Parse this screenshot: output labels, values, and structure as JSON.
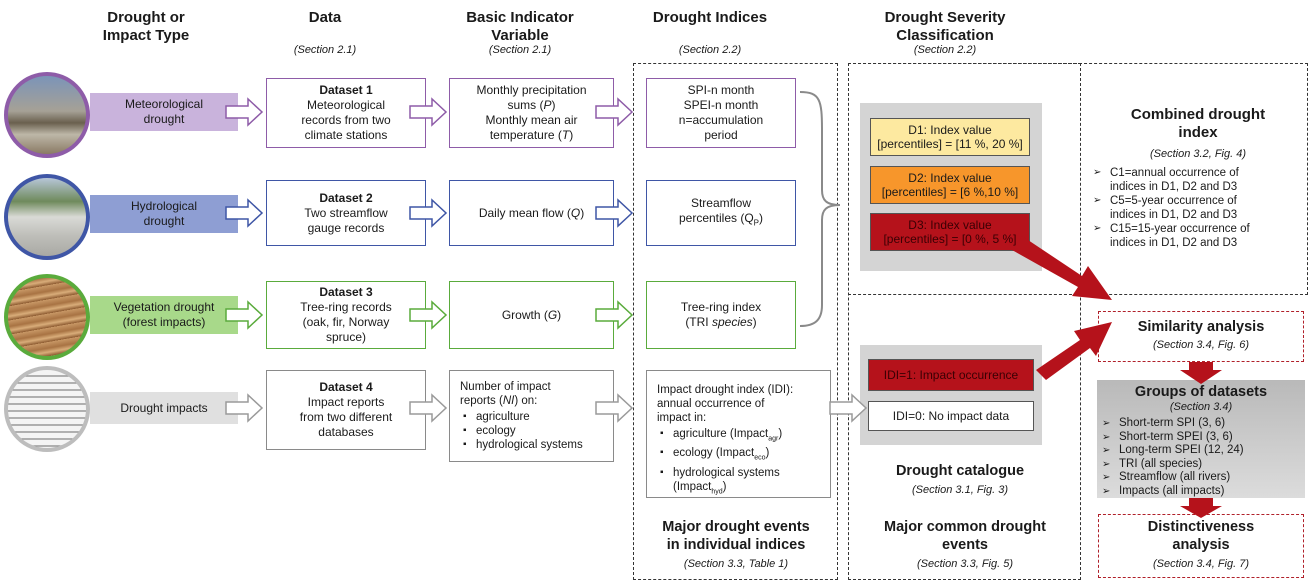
{
  "headers": {
    "type": "Drought or\nImpact Type",
    "data": "Data",
    "data_sec": "(Section 2.1)",
    "basic": "Basic Indicator\nVariable",
    "basic_sec": "(Section 2.1)",
    "indices": "Drought Indices",
    "indices_sec": "(Section 2.2)",
    "severity": "Drought Severity\nClassification",
    "severity_sec": "(Section 2.2)"
  },
  "rows": [
    {
      "type_label": "Meteorological\ndrought",
      "dataset_title": "Dataset 1",
      "dataset_desc": "Meteorological\nrecords from two\nclimate stations",
      "basic_pre": "Monthly precipitation\nsums (",
      "basic_sym1": "P",
      "basic_mid": ")\nMonthly mean air\ntemperature (",
      "basic_sym2": "T",
      "basic_post": ")",
      "index": "SPI-n month\nSPEI-n month\nn=accumulation\nperiod"
    },
    {
      "type_label": "Hydrological\ndrought",
      "dataset_title": "Dataset 2",
      "dataset_desc": "Two streamflow\ngauge records",
      "basic_pre": "Daily mean flow (",
      "basic_sym1": "Q",
      "basic_post": ")",
      "index_pre": "Streamflow\npercentiles (Q",
      "index_sub": "P",
      "index_post": ")"
    },
    {
      "type_label": "Vegetation drought\n(forest impacts)",
      "dataset_title": "Dataset 3",
      "dataset_desc": "Tree-ring records\n(oak, fir, Norway\nspruce)",
      "basic_pre": "Growth (",
      "basic_sym1": "G",
      "basic_post": ")",
      "index_pre": "Tree-ring index\n(TRI ",
      "index_it": "species",
      "index_post": ")"
    },
    {
      "type_label": "Drought impacts",
      "dataset_title": "Dataset 4",
      "dataset_desc": "Impact reports\nfrom two different\ndatabases",
      "basic_pre": "Number of impact\nreports (",
      "basic_sym1": "NI",
      "basic_post": ") on:",
      "basic_items": [
        "agriculture",
        "ecology",
        "hydrological systems"
      ],
      "index_intro": "Impact drought index (IDI):\nannual occurrence of\nimpact in:",
      "index_items": [
        {
          "pre": "agriculture (Impact",
          "sub": "agr",
          "post": ")"
        },
        {
          "pre": "ecology (Impact",
          "sub": "eco",
          "post": ")"
        },
        {
          "pre": "hydrological systems\n(Impact",
          "sub": "hyd",
          "post": ")"
        }
      ]
    }
  ],
  "severity_classes": [
    {
      "label": "D1: Index value\n[percentiles] = [11 %, 20 %]",
      "color": "#fde9a0"
    },
    {
      "label": "D2: Index value\n[percentiles] = [6 %,10 %]",
      "color": "#f7962b"
    },
    {
      "label": "D3: Index value\n[percentiles] = [0 %, 5 %]",
      "color": "#b5121b"
    }
  ],
  "idi_classes": [
    {
      "label": "IDI=1: Impact occurrence",
      "color": "#b5121b"
    },
    {
      "label": "IDI=0: No impact data",
      "color": "#ffffff"
    }
  ],
  "major_individual": {
    "title": "Major drought events\nin individual indices",
    "sec": "(Section 3.3, Table 1)"
  },
  "catalogue": {
    "title": "Drought catalogue",
    "sec": "(Section 3.1, Fig. 3)"
  },
  "major_common": {
    "title": "Major common drought\nevents",
    "sec": "(Section 3.3, Fig. 5)"
  },
  "combined": {
    "title": "Combined drought\nindex",
    "sec": "(Section 3.2, Fig. 4)",
    "items": [
      "C1=annual occurrence of\nindices in D1, D2 and D3",
      "C5=5-year occurrence of\nindices in D1, D2 and D3",
      "C15=15-year occurrence of\nindices in D1, D2 and D3"
    ]
  },
  "similarity": {
    "title": "Similarity analysis",
    "sec": "(Section 3.4, Fig. 6)"
  },
  "groups": {
    "title": "Groups of datasets",
    "sec": "(Section 3.4)",
    "items": [
      "Short-term SPI (3, 6)",
      "Short-term SPEI (3, 6)",
      "Long-term SPEI (12, 24)",
      "TRI (all species)",
      "Streamflow (all rivers)",
      "Impacts (all impacts)"
    ]
  },
  "distinct": {
    "title": "Distinctiveness\nanalysis",
    "sec": "(Section 3.4, Fig. 7)"
  },
  "colors": {
    "meteo": "#8e5ca8",
    "meteo_fill": "#c9b3dc",
    "hydro": "#3f56a6",
    "hydro_fill": "#8e9ed3",
    "veg": "#5aab3c",
    "veg_fill": "#a8d98a",
    "impact": "#8a8a8a",
    "impact_fill": "#e0e0e0",
    "accent_red": "#b5121b"
  }
}
